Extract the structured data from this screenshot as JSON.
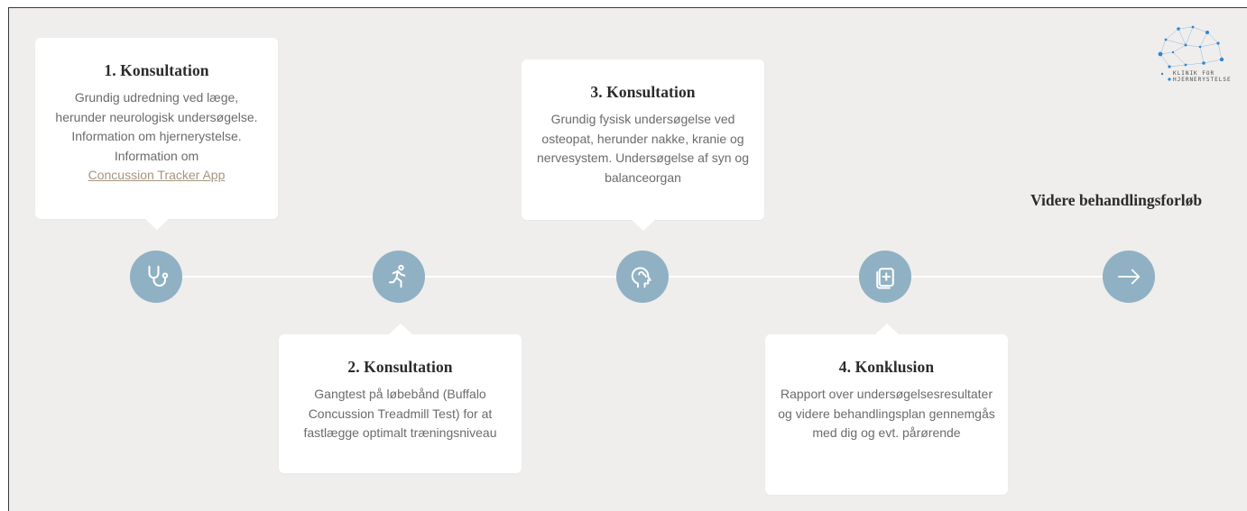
{
  "steps": [
    {
      "title": "1. Konsultation",
      "body": "Grundig udredning ved læge, herunder neurologisk undersøgelse. Information om hjernerystelse. Information om",
      "link": "Concussion Tracker App",
      "icon": "stethoscope-icon"
    },
    {
      "title": "2. Konsultation",
      "body": "Gangtest på løbebånd (Buffalo Concussion Treadmill Test) for at fastlægge optimalt træningsniveau",
      "icon": "running-person-icon"
    },
    {
      "title": "3. Konsultation",
      "body": "Grundig fysisk undersøgelse ved osteopat, herunder nakke, kranie og nervesystem. Undersøgelse af syn og balanceorgan",
      "icon": "head-brain-icon"
    },
    {
      "title": "4. Konklusion",
      "body": "Rapport over undersøgelsesresultater og videre behandlingsplan gennemgås med dig og evt. pårørende",
      "icon": "medical-report-icon"
    }
  ],
  "next": {
    "label": "Videre behandlingsforløb",
    "icon": "arrow-right-icon"
  },
  "logo": {
    "line1": "KLINIK FOR",
    "line2": "HJERNERYSTELSE"
  },
  "colors": {
    "background": "#efeeed",
    "node": "#8fb1c3",
    "card": "#ffffff",
    "link": "#a79581",
    "title": "#2b2b2b",
    "body": "#6b6b6b"
  }
}
